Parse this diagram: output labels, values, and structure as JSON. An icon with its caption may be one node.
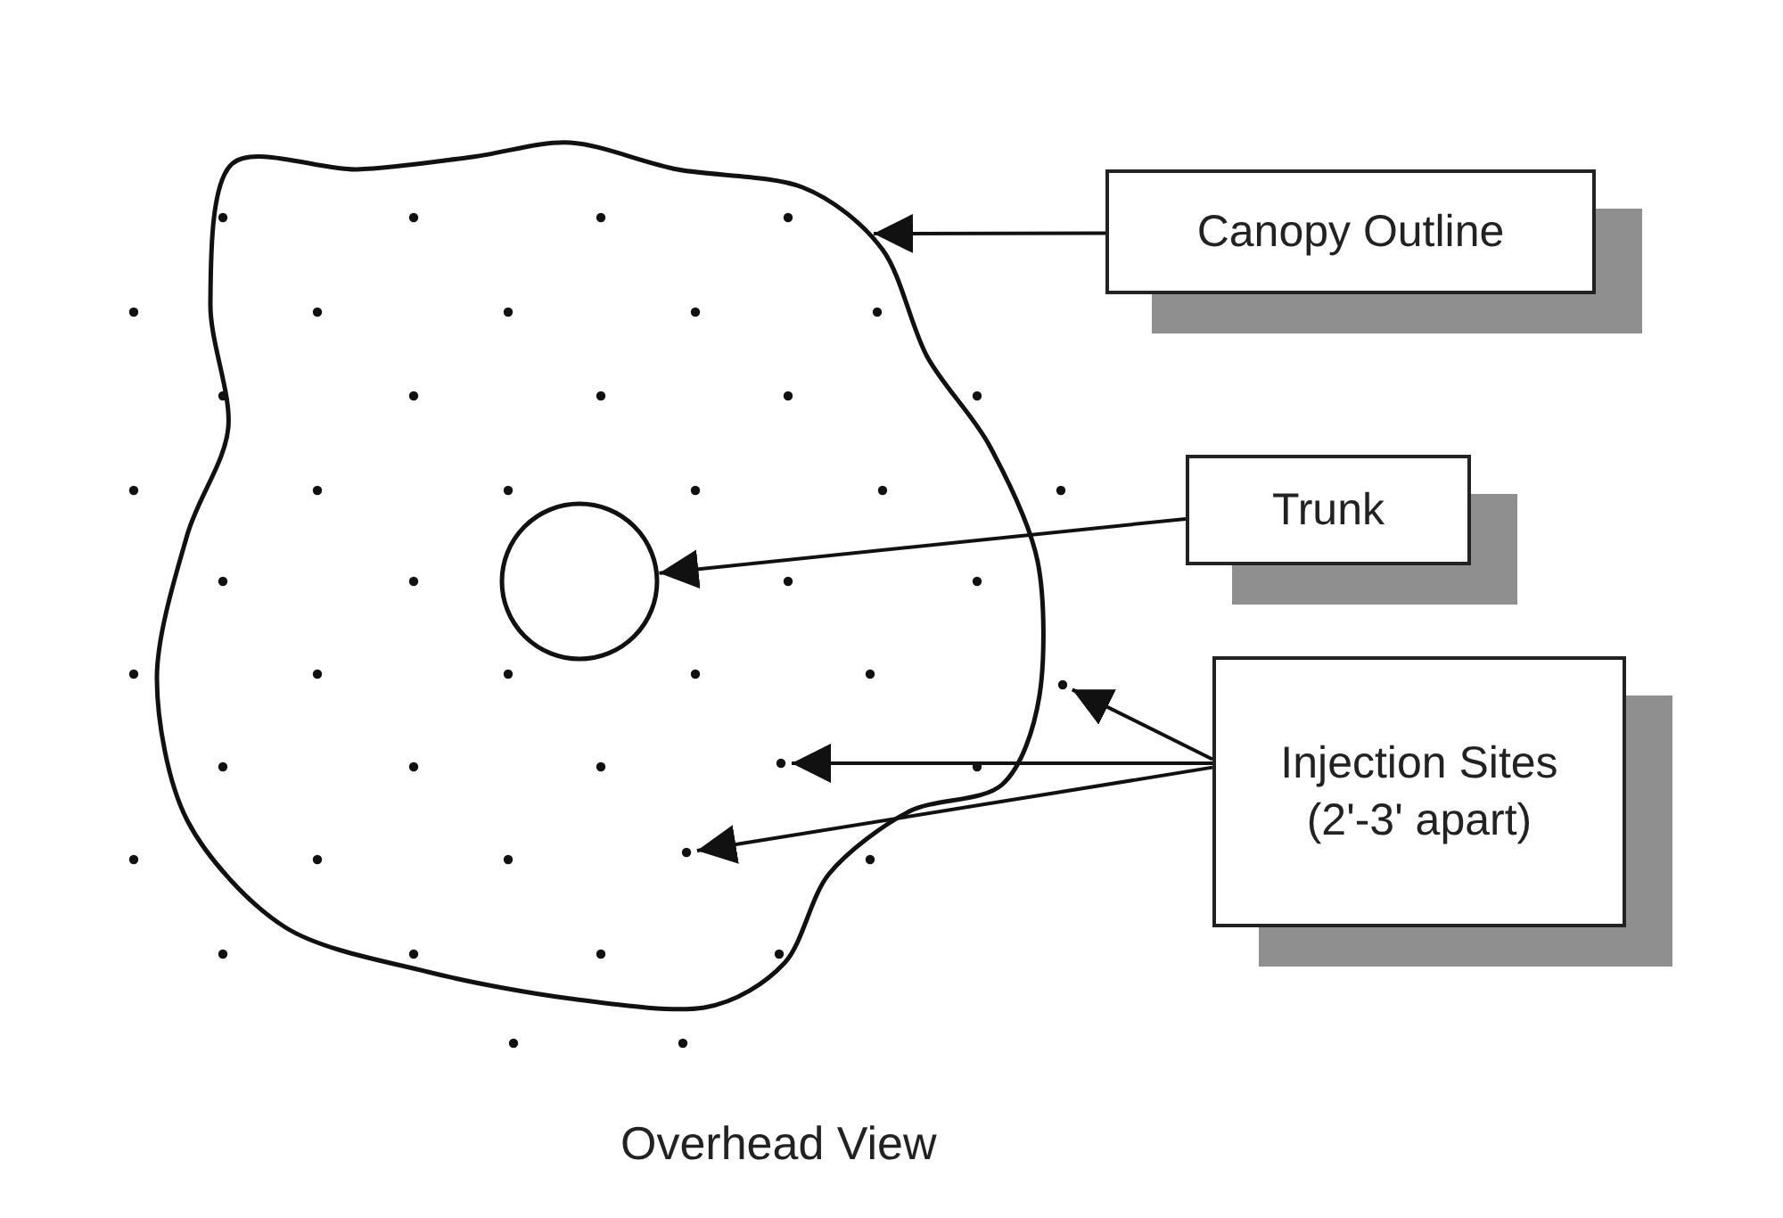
{
  "diagram": {
    "nodes": [
      {
        "text": [
          "Canopy Outline"
        ]
      },
      {
        "text": [
          "Trunk"
        ]
      },
      {
        "text": [
          "Injection Sites (2'-3' apart)"
        ]
      },
      {
        "text": [],
        "shape": "cloud"
      },
      {
        "text": [],
        "shape": "circle",
        "in": 3
      },
      {
        "text": [],
        "shape": "dot"
      },
      {
        "text": [],
        "shape": "dot",
        "in": 3
      },
      {
        "text": [],
        "shape": "dot",
        "in": 3
      }
    ],
    "edges": [
      {
        "from": 0,
        "to": 3,
        "arrow": "to"
      },
      {
        "from": 1,
        "to": 4,
        "arrow": "to"
      },
      {
        "from": 2,
        "to": 5,
        "arrow": "to"
      },
      {
        "from": 2,
        "to": 6,
        "arrow": "to"
      },
      {
        "from": 2,
        "to": 7,
        "arrow": "to"
      }
    ],
    "labels": [
      "Overhead View"
    ]
  }
}
